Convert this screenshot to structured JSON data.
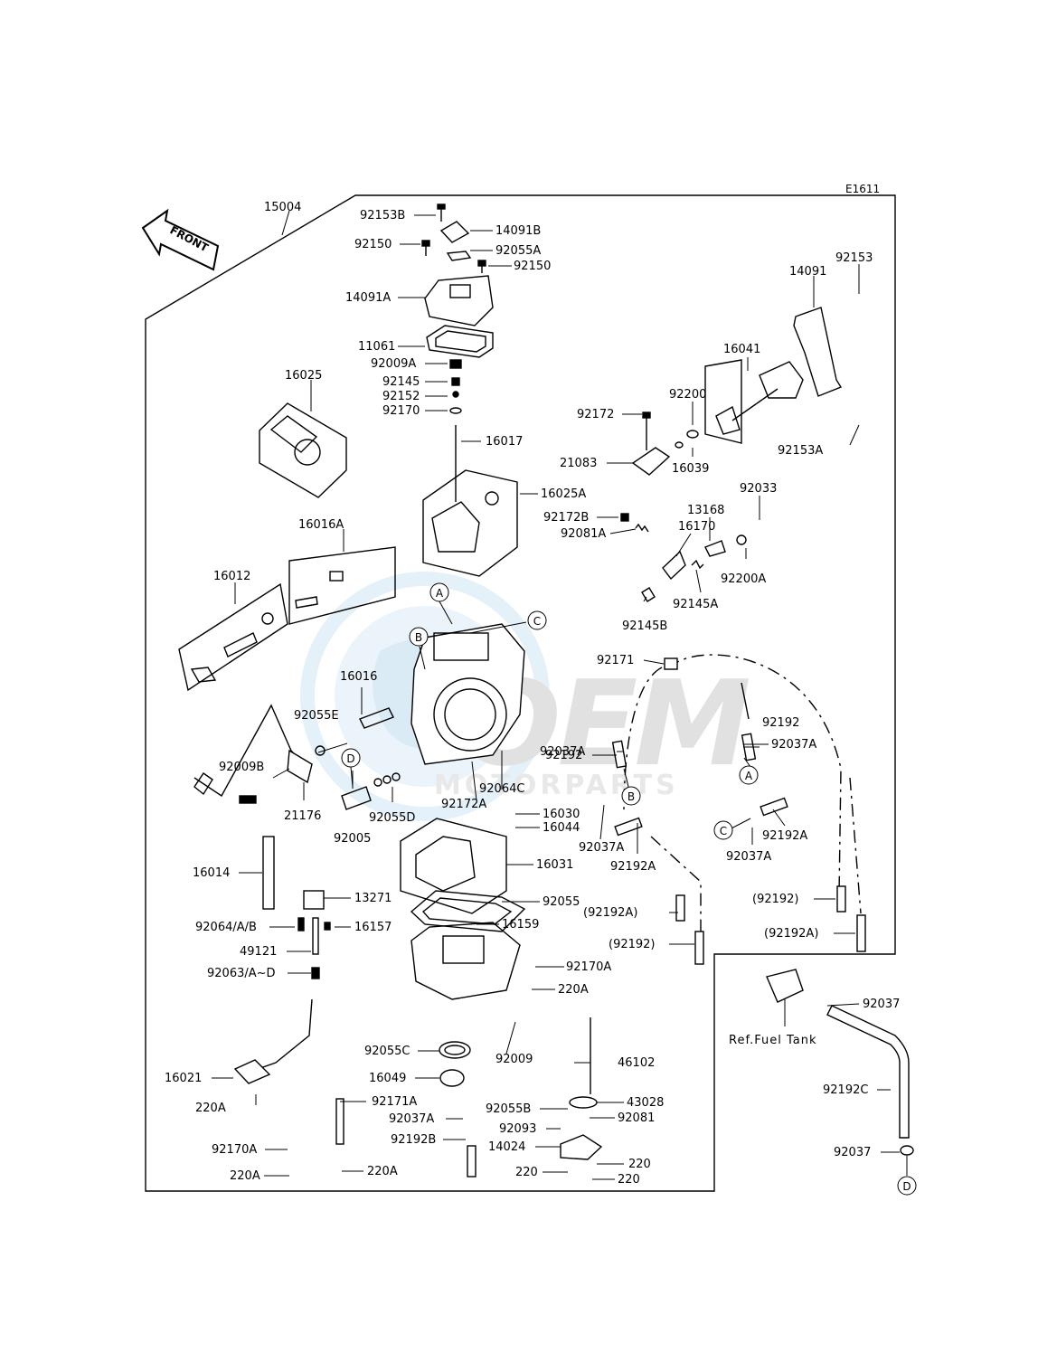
{
  "diagram": {
    "code": "E1611",
    "front_label": "FRONT",
    "watermark": {
      "line1": "OEM",
      "line2": "MOTORPARTS"
    },
    "ref_note": "Ref.Fuel Tank",
    "callouts": [
      "A",
      "B",
      "C",
      "D"
    ],
    "parts": {
      "p15004": "15004",
      "p92153B": "92153B",
      "p14091B": "14091B",
      "p92150a": "92150",
      "p92055A": "92055A",
      "p92150b": "92150",
      "p14091A": "14091A",
      "p11061": "11061",
      "p92009A": "92009A",
      "p92145": "92145",
      "p92152": "92152",
      "p92170": "92170",
      "p16017": "16017",
      "p16025": "16025",
      "p16025A": "16025A",
      "p16016A": "16016A",
      "p16012": "16012",
      "p16016": "16016",
      "p92055E": "92055E",
      "p92009B": "92009B",
      "p21176": "21176",
      "p92005": "92005",
      "p92055D": "92055D",
      "p92172A": "92172A",
      "p92064C": "92064C",
      "p16030": "16030",
      "p16044": "16044",
      "p16031": "16031",
      "p16014": "16014",
      "p13271": "13271",
      "p92055": "92055",
      "p92064AB": "92064/A/B",
      "p16157": "16157",
      "p16159": "16159",
      "p49121": "49121",
      "p92063AD": "92063/A~D",
      "p92170A": "92170A",
      "p220Aa": "220A",
      "p92055C": "92055C",
      "p92009": "92009",
      "p46102": "46102",
      "p16021": "16021",
      "p16049": "16049",
      "p220Ab": "220A",
      "p92171A": "92171A",
      "p92055B": "92055B",
      "p43028": "43028",
      "p92037Aa": "92037A",
      "p92093": "92093",
      "p92081": "92081",
      "p92192B": "92192B",
      "p14024": "14024",
      "p92170Ab": "92170A",
      "p220a": "220",
      "p220Ac": "220A",
      "p220Ad": "220A",
      "p220b": "220",
      "p220c": "220",
      "p14091": "14091",
      "p92153": "92153",
      "p16041": "16041",
      "p92200": "92200",
      "p92172": "92172",
      "p92153A": "92153A",
      "p21083": "21083",
      "p16039": "16039",
      "p92033": "92033",
      "p13168": "13168",
      "p92172B": "92172B",
      "p16170": "16170",
      "p92081A": "92081A",
      "p92200A": "92200A",
      "p92145A": "92145A",
      "p92145B": "92145B",
      "p92171": "92171",
      "p92192a": "92192",
      "p92192b": "92192",
      "p92037Ab": "92037A",
      "p92037Ac": "92037A",
      "p92037Ad": "92037A",
      "p92037Ae": "92037A",
      "p92192Aa": "92192A",
      "p92192Ab": "92192A",
      "p92192Ap1": "(92192A)",
      "p92192p1": "(92192)",
      "p92192p2": "(92192)",
      "p92192Ap2": "(92192A)",
      "p92037a": "92037",
      "p92192C": "92192C",
      "p92037b": "92037"
    }
  }
}
